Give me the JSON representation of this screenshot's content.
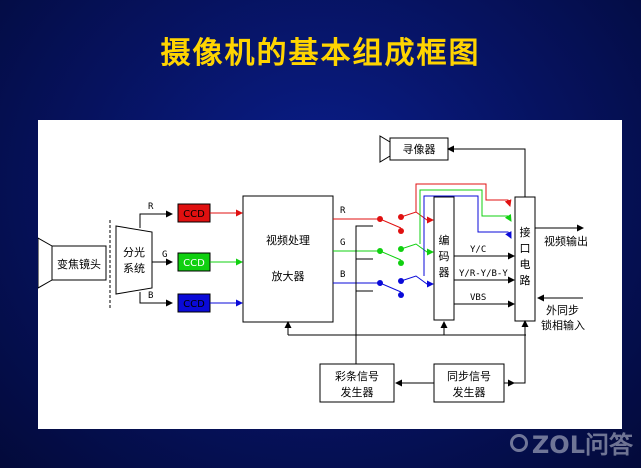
{
  "slide": {
    "title": "摄像机的基本组成框图"
  },
  "blocks": {
    "zoom_lens": "变焦镜头",
    "splitter": [
      "分光",
      "系统"
    ],
    "ccd": "CCD",
    "processor": [
      "视频处理",
      "放大器"
    ],
    "encoder": [
      "编",
      "码",
      "器"
    ],
    "interface": [
      "接",
      "口",
      "电",
      "路"
    ],
    "viewfinder": "寻像器",
    "color_bar": [
      "彩条信号",
      "发生器"
    ],
    "sync": [
      "同步信号",
      "发生器"
    ]
  },
  "labels": {
    "r": "R",
    "g": "G",
    "b": "B",
    "yc": "Y/C",
    "components": "Y/R-Y/B-Y",
    "vbs": "VBS",
    "video_out": "视频输出",
    "ext_sync": [
      "外同步",
      "锁相输入"
    ]
  },
  "colors": {
    "red": "#e01010",
    "green": "#10d010",
    "blue": "#0a0ad8",
    "title": "#ffd400"
  },
  "watermark": "ZOL问答"
}
